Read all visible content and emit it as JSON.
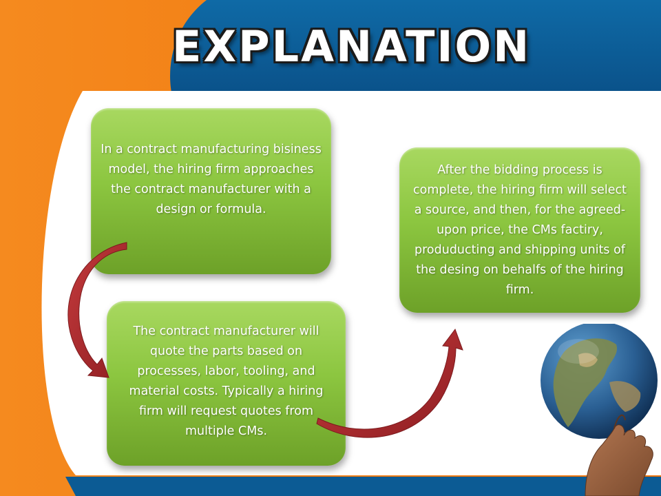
{
  "title": "EXPLANATION",
  "boxes": [
    {
      "text": "In a contract manufacturing bisiness model, the hiring firm approaches the contract manufacturer with a design or formula."
    },
    {
      "text": "The contract manufacturer will quote the parts based on processes, labor, tooling, and material costs. Typically a hiring firm will request quotes from multiple  CMs."
    },
    {
      "text": "After the bidding process is complete, the hiring firm will select a source, and then, for the agreed-upon price, the CMs factiry, produducting and shipping units of the desing on behalfs of the hiring firm."
    }
  ],
  "colors": {
    "orange": "#f27b0e",
    "blue": "#0c5b94",
    "green_box": "#8cc640",
    "arrow_red": "#a8282b"
  },
  "decoration": {
    "globe_icon": "globe-in-hand-icon"
  }
}
